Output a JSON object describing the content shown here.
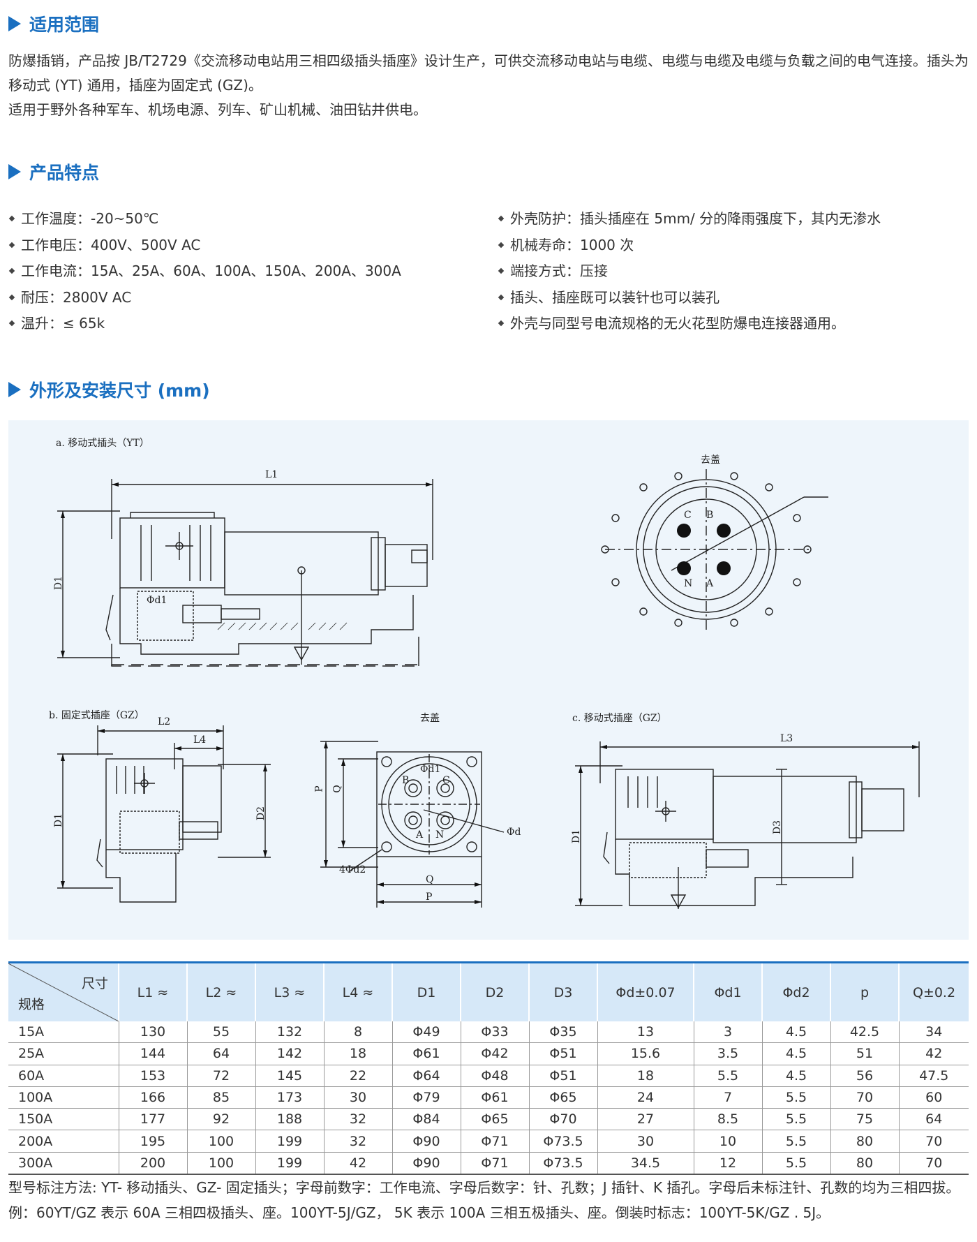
{
  "section1": {
    "title": "适用范围",
    "para1": "防爆插销，产品按 JB/T2729《交流移动电站用三相四级插头插座》设计生产，可供交流移动电站与电缆、电缆与电缆及电缆与负载之间的电气连接。插头为移动式 (YT) 通用，插座为固定式 (GZ)。",
    "para2": "适用于野外各种军车、机场电源、列车、矿山机械、油田钻井供电。"
  },
  "section2": {
    "title": "产品特点",
    "left": [
      "工作温度：-20~50℃",
      "工作电压：400V、500V AC",
      "工作电流：15A、25A、60A、100A、150A、200A、300A",
      "耐压：2800V AC",
      "温升：≤ 65k"
    ],
    "right": [
      "外壳防护：插头插座在 5mm/ 分的降雨强度下，其内无渗水",
      "机械寿命：1000 次",
      "端接方式：压接",
      "插头、插座既可以装针也可以装孔",
      "外壳与同型号电流规格的无火花型防爆电连接器通用。"
    ]
  },
  "section3": {
    "title": "外形及安装尺寸 (mm)"
  },
  "drawing": {
    "a_label": "a. 移动式插头（YT）",
    "a_cover": "去盖",
    "b_label": "b. 固定式插座（GZ）",
    "b_cover": "去盖",
    "c_label": "c. 移动式插座（GZ）",
    "dims": {
      "L1": "L1",
      "L2": "L2",
      "L3": "L3",
      "L4": "L4",
      "D1": "D1",
      "D2": "D2",
      "D3": "D3",
      "phid1": "Φd1",
      "phid": "Φd",
      "phid2": "4Φd2",
      "P": "P",
      "Q": "Q"
    },
    "pins": {
      "A": "A",
      "B": "B",
      "C": "C",
      "N": "N"
    }
  },
  "table": {
    "corner_dim": "尺寸",
    "corner_spec": "规格",
    "headers": [
      "L1 ≈",
      "L2 ≈",
      "L3 ≈",
      "L4 ≈",
      "D1",
      "D2",
      "D3",
      "Φd±0.07",
      "Φd1",
      "Φd2",
      "p",
      "Q±0.2"
    ],
    "rows": [
      [
        "15A",
        "130",
        "55",
        "132",
        "8",
        "Φ49",
        "Φ33",
        "Φ35",
        "13",
        "3",
        "4.5",
        "42.5",
        "34"
      ],
      [
        "25A",
        "144",
        "64",
        "142",
        "18",
        "Φ61",
        "Φ42",
        "Φ51",
        "15.6",
        "3.5",
        "4.5",
        "51",
        "42"
      ],
      [
        "60A",
        "153",
        "72",
        "145",
        "22",
        "Φ64",
        "Φ48",
        "Φ51",
        "18",
        "5.5",
        "4.5",
        "56",
        "47.5"
      ],
      [
        "100A",
        "166",
        "85",
        "173",
        "30",
        "Φ79",
        "Φ61",
        "Φ65",
        "24",
        "7",
        "5.5",
        "70",
        "60"
      ],
      [
        "150A",
        "177",
        "92",
        "188",
        "32",
        "Φ84",
        "Φ65",
        "Φ70",
        "27",
        "8.5",
        "5.5",
        "75",
        "64"
      ],
      [
        "200A",
        "195",
        "100",
        "199",
        "32",
        "Φ90",
        "Φ71",
        "Φ73.5",
        "30",
        "10",
        "5.5",
        "80",
        "70"
      ],
      [
        "300A",
        "200",
        "100",
        "199",
        "42",
        "Φ90",
        "Φ71",
        "Φ73.5",
        "34.5",
        "12",
        "5.5",
        "80",
        "70"
      ]
    ]
  },
  "notes": {
    "line1": "型号标注方法: YT- 移动插头、GZ- 固定插头；字母前数字：工作电流、字母后数字：针、孔数；J 插针、K 插孔。字母后未标注针、孔数的均为三相四拔。",
    "line2": "例：60YT/GZ 表示 60A 三相四极插头、座。100YT-5J/GZ，  5K 表示 100A 三相五极插头、座。倒装时标志：100YT-5K/GZ . 5J。"
  },
  "colors": {
    "accent": "#1a6fc0",
    "header_bg": "#d6e8f8",
    "drawing_bg": "#eef5fb"
  }
}
